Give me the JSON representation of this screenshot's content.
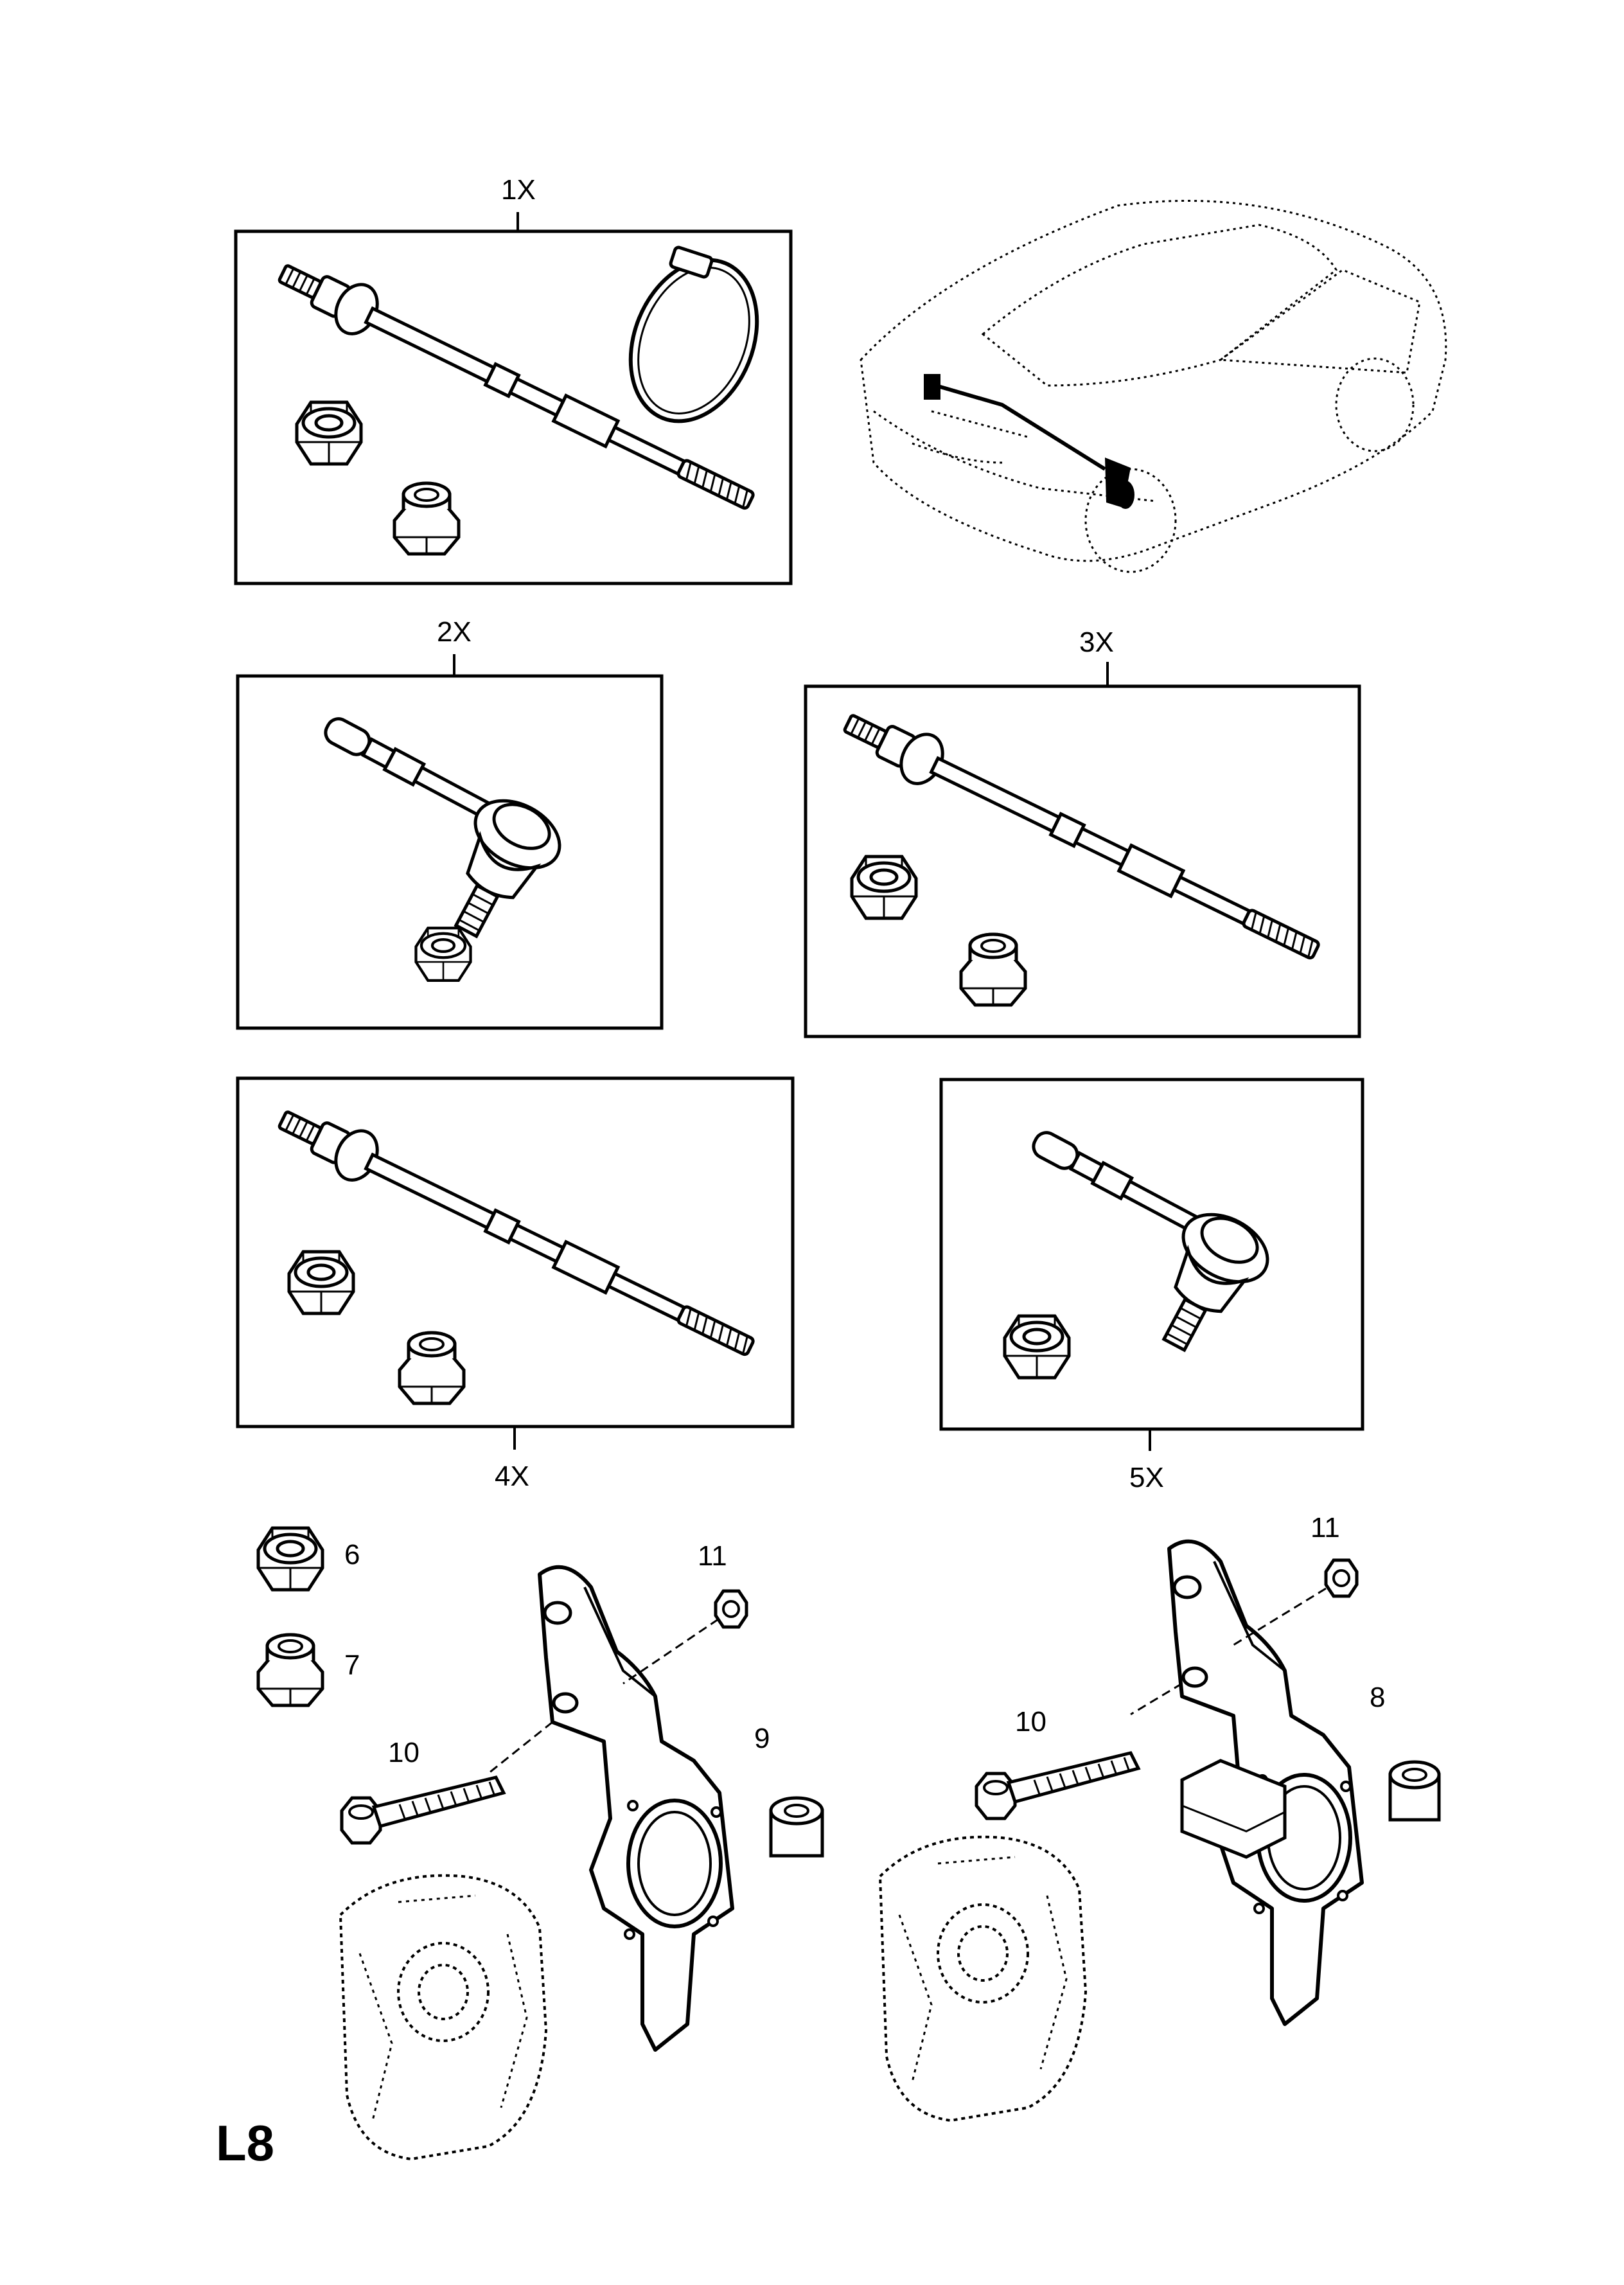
{
  "diagram": {
    "page_code": "L8",
    "kits": [
      {
        "id": "kit-1",
        "label": "1X"
      },
      {
        "id": "kit-2",
        "label": "2X"
      },
      {
        "id": "kit-3",
        "label": "3X"
      },
      {
        "id": "kit-4",
        "label": "4X"
      },
      {
        "id": "kit-5",
        "label": "5X"
      }
    ],
    "callouts": [
      {
        "id": "callout-6",
        "label": "6"
      },
      {
        "id": "callout-7",
        "label": "7"
      },
      {
        "id": "callout-8",
        "label": "8"
      },
      {
        "id": "callout-9",
        "label": "9"
      },
      {
        "id": "callout-10-left",
        "label": "10"
      },
      {
        "id": "callout-10-right",
        "label": "10"
      },
      {
        "id": "callout-11-left",
        "label": "11"
      },
      {
        "id": "callout-11-right",
        "label": "11"
      }
    ]
  }
}
